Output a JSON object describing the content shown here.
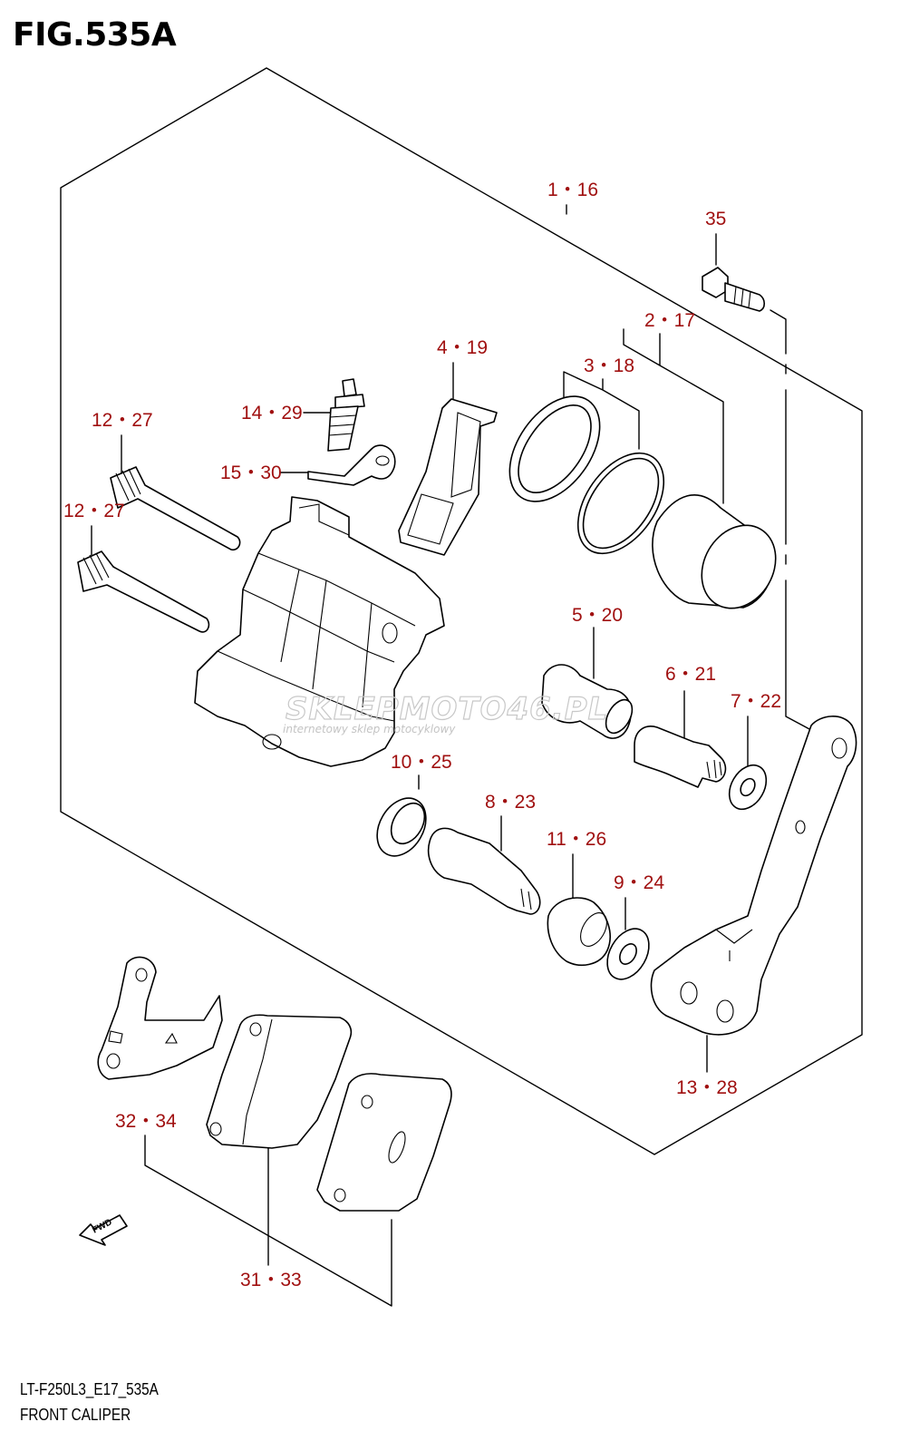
{
  "figure": {
    "title": "FIG.535A",
    "code": "LT-F250L3_E17_535A",
    "name": "FRONT CALIPER"
  },
  "watermark": {
    "brand": "SKLEPMOTO46.PL",
    "tagline": "internetowy sklep motocyklowy"
  },
  "fwd_label": "FWD",
  "callouts": [
    {
      "id": "1-16",
      "text": "1・16"
    },
    {
      "id": "35",
      "text": "35"
    },
    {
      "id": "2-17",
      "text": "2・17"
    },
    {
      "id": "3-18",
      "text": "3・18"
    },
    {
      "id": "4-19",
      "text": "4・19"
    },
    {
      "id": "14-29",
      "text": "14・29"
    },
    {
      "id": "15-30",
      "text": "15・30"
    },
    {
      "id": "12-27-a",
      "text": "12・27"
    },
    {
      "id": "12-27-b",
      "text": "12・27"
    },
    {
      "id": "5-20",
      "text": "5・20"
    },
    {
      "id": "6-21",
      "text": "6・21"
    },
    {
      "id": "7-22",
      "text": "7・22"
    },
    {
      "id": "10-25",
      "text": "10・25"
    },
    {
      "id": "8-23",
      "text": "8・23"
    },
    {
      "id": "11-26",
      "text": "11・26"
    },
    {
      "id": "9-24",
      "text": "9・24"
    },
    {
      "id": "13-28",
      "text": "13・28"
    },
    {
      "id": "32-34",
      "text": "32・34"
    },
    {
      "id": "31-33",
      "text": "31・33"
    }
  ],
  "colors": {
    "callout": "#a01010",
    "line": "#000000",
    "watermark": "#c8c8c8"
  }
}
